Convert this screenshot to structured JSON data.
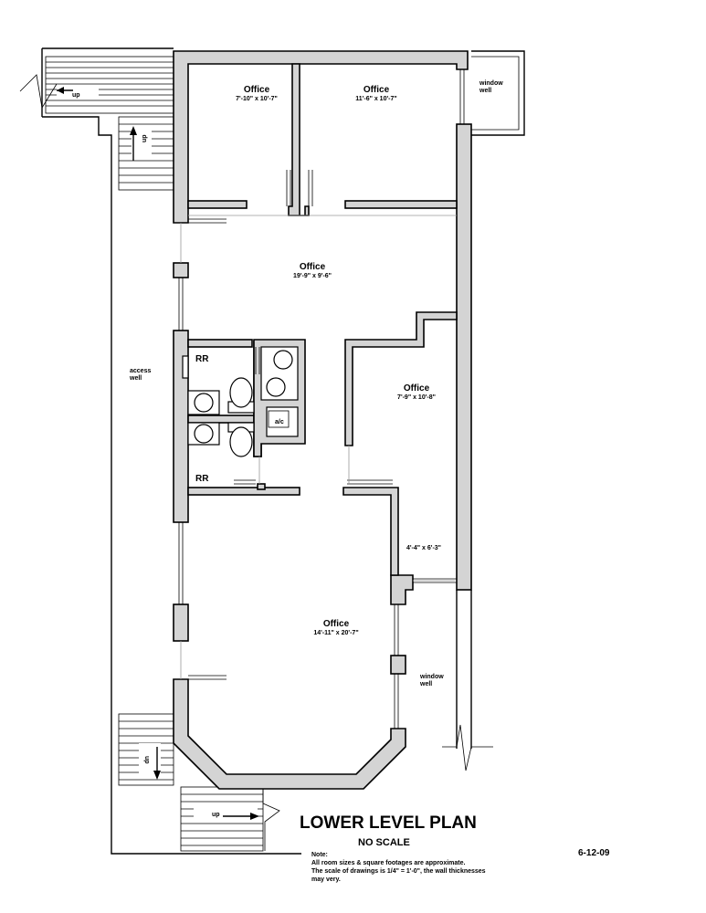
{
  "title": "LOWER LEVEL PLAN",
  "scale_label": "NO SCALE",
  "date": "6-12-09",
  "note": {
    "heading": "Note:",
    "lines": [
      "All room sizes & square footages are approximate.",
      "The scale of drawings is 1/4\" = 1'-0\", the wall thicknesses",
      "may very."
    ]
  },
  "rooms": {
    "office_nw": {
      "name": "Office",
      "dims": "7'-10\" x 10'-7\""
    },
    "office_ne": {
      "name": "Office",
      "dims": "11'-6\" x 10'-7\""
    },
    "office_center": {
      "name": "Office",
      "dims": "19'-9\" x 9'-6\""
    },
    "office_east": {
      "name": "Office",
      "dims": "7'-9\" x 10'-8\""
    },
    "office_south": {
      "name": "Office",
      "dims": "14'-11\" x 20'-7\""
    }
  },
  "labels": {
    "rr_upper": "RR",
    "rr_lower": "RR",
    "ac": "a/c",
    "closet_dims": "4'-4\" x 6'-3\"",
    "access_well": [
      "access",
      "well"
    ],
    "window_well_top": [
      "window",
      "well"
    ],
    "window_well_bottom": [
      "window",
      "well"
    ],
    "up": "up"
  }
}
